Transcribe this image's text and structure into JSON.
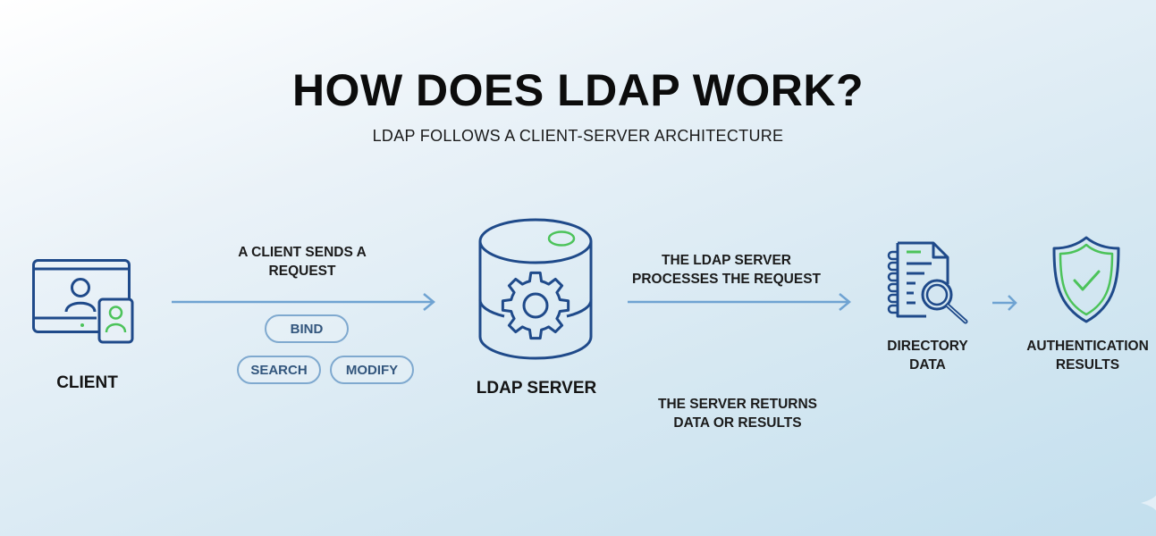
{
  "header": {
    "title": "HOW DOES LDAP WORK?",
    "subtitle": "LDAP FOLLOWS A CLIENT-SERVER ARCHITECTURE"
  },
  "nodes": {
    "client": {
      "label": "CLIENT",
      "icon": "client-device-icon"
    },
    "server": {
      "label": "LDAP SERVER",
      "icon": "database-gear-icon"
    },
    "directory": {
      "label_line1": "DIRECTORY",
      "label_line2": "DATA",
      "icon": "directory-search-icon"
    },
    "auth": {
      "label_line1": "AUTHENTICATION",
      "label_line2": "RESULTS",
      "icon": "shield-check-icon"
    }
  },
  "steps": {
    "request": {
      "line1": "A CLIENT SENDS A",
      "line2": "REQUEST"
    },
    "process": {
      "line1": "THE LDAP SERVER",
      "line2": "PROCESSES THE REQUEST"
    },
    "return": {
      "line1": "THE SERVER RETURNS",
      "line2": "DATA OR RESULTS"
    }
  },
  "operations": [
    "BIND",
    "SEARCH",
    "MODIFY"
  ],
  "colors": {
    "icon_stroke": "#1f4a8a",
    "accent_green": "#4cc35a",
    "arrow": "#6fa3d2",
    "pill_border": "#7fa9cf",
    "pill_text": "#33567d"
  }
}
